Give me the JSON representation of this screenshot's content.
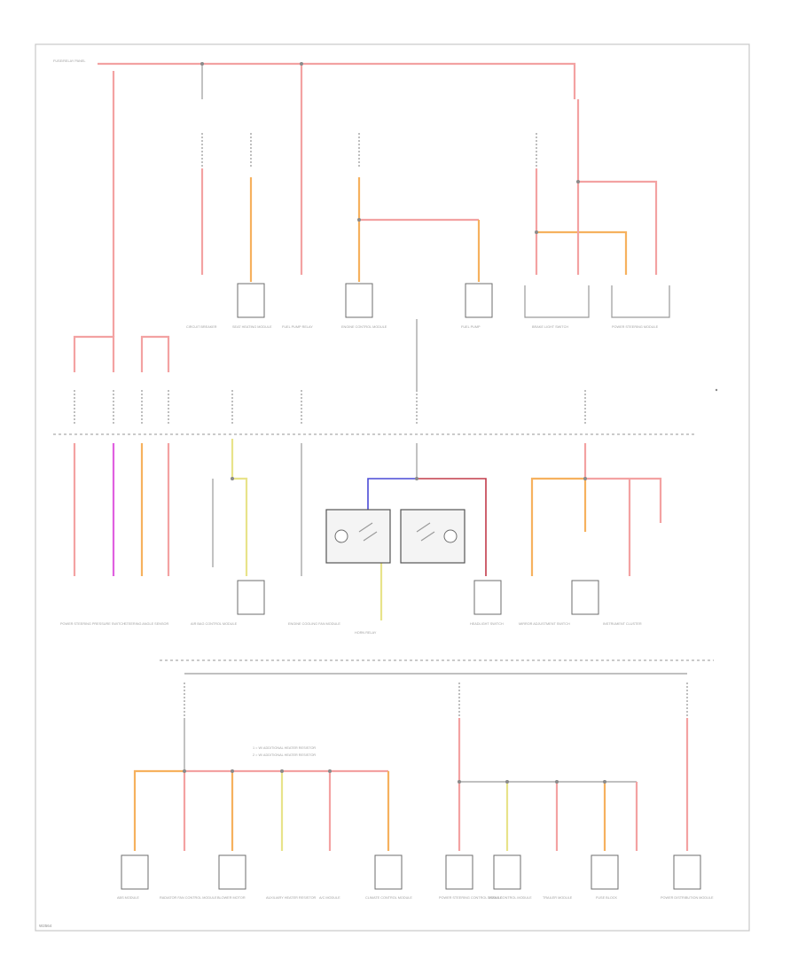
{
  "diagram": {
    "type": "wiring-diagram",
    "wire_colors": {
      "red": "#f3a2a2",
      "orange": "#f6b15e",
      "yellow": "#e8e38a",
      "pink": "#e060e0",
      "blue": "#4a4ad6",
      "dark_red": "#c23b4a",
      "ground_grey": "#9a9a9a"
    },
    "bottom_left_tag": "W2564",
    "notes": {
      "heater_note_1": "1 = W/ ADDITIONAL HEATER RESISTOR",
      "heater_note_2": "2 = W/ ADDITIONAL HEATER RESISTOR"
    },
    "components_top": [
      "FUSE/RELAY PANEL",
      "CIRCUIT BREAKER",
      "SEAT HEATING MODULE",
      "FUEL PUMP RELAY",
      "ENGINE CONTROL MODULE",
      "FUEL PUMP",
      "BRAKE LIGHT SWITCH",
      "POWER STEERING MODULE"
    ],
    "components_middle": [
      "POWER STEERING PRESSURE SWITCH",
      "STEERING ANGLE SENSOR",
      "AIR BAG CONTROL MODULE",
      "ENGINE COOLING FAN MODULE",
      "HORN RELAY",
      "HEADLIGHT SWITCH",
      "MIRROR ADJUSTMENT SWITCH",
      "INSTRUMENT CLUSTER"
    ],
    "components_bottom": [
      "ABS MODULE",
      "RADIATOR FAN CONTROL MODULE",
      "BLOWER MOTOR",
      "AUXILIARY HEATER RESISTOR",
      "A/C MODULE",
      "CLIMATE CONTROL MODULE",
      "POWER STEERING CONTROL MODULE",
      "TRANS CONTROL MODULE",
      "TRAILER MODULE",
      "FUSE BLOCK",
      "POWER DISTRIBUTION MODULE"
    ]
  }
}
